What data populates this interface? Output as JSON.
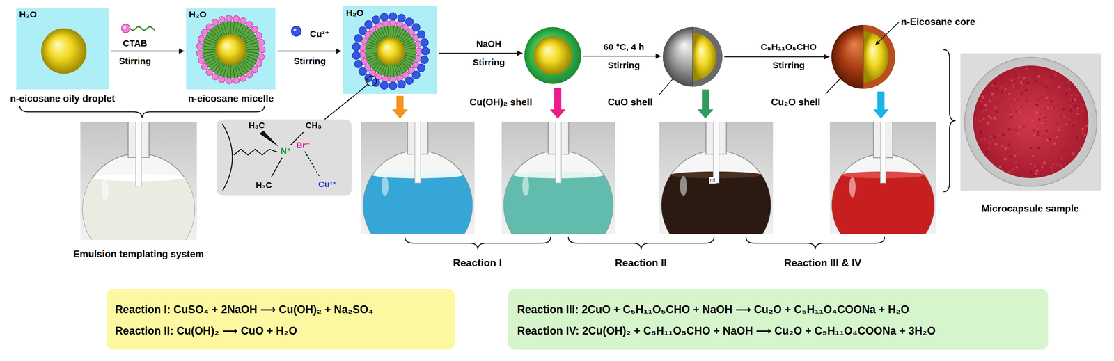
{
  "diagram": {
    "nodes": [
      {
        "text": [
          "H₂O",
          "n-eicosane oily droplet"
        ]
      },
      {
        "text": [
          "H₂O",
          "n-eicosane micelle"
        ]
      },
      {
        "text": [
          "H₂O"
        ]
      },
      {
        "text": [
          "Cu(OH)₂ shell"
        ]
      },
      {
        "text": [
          "CuO shell"
        ]
      },
      {
        "text": [
          "n-Eicosane core",
          "Cu₂O shell"
        ]
      },
      {
        "text": [
          "Microcapsule sample"
        ]
      },
      {
        "text": [
          "Emulsion templating system"
        ]
      },
      {
        "text": [
          "H₃C",
          "CH₃",
          "N⁺",
          "Br⁻",
          "H₃C",
          "Cu²⁺"
        ]
      },
      {
        "text": [
          "Reaction I: CuSO₄ + 2NaOH ⟶ Cu(OH)₂ + Na₂SO₄",
          "Reaction II: Cu(OH)₂ ⟶ CuO + H₂O"
        ]
      },
      {
        "text": [
          "Reaction III: 2CuO + C₅H₁₁O₅CHO + NaOH ⟶ Cu₂O + C₅H₁₁O₄COONa + H₂O",
          "Reaction IV: 2Cu(OH)₂ + C₅H₁₁O₅CHO + NaOH ⟶ Cu₂O + C₅H₁₁O₄COONa + 3H₂O"
        ]
      }
    ],
    "edges": [
      {
        "from": 0,
        "to": 1,
        "label": "CTAB",
        "arrow": "to"
      },
      {
        "from": 1,
        "to": 2,
        "label": "Cu²⁺",
        "arrow": "to"
      },
      {
        "from": 2,
        "to": 3,
        "label": "NaOH",
        "arrow": "to"
      },
      {
        "from": 3,
        "to": 4,
        "label": "60 °C, 4 h",
        "arrow": "to"
      },
      {
        "from": 4,
        "to": 5,
        "label": "C₅H₁₁O₅CHO",
        "arrow": "to"
      },
      {
        "from": 8,
        "to": 2,
        "arrow": "none"
      }
    ],
    "labels": [
      "Stirring",
      "Stirring",
      "Stirring",
      "Stirring",
      "Stirring",
      "ml",
      "Reaction I",
      "Reaction II",
      "Reaction III & IV"
    ]
  }
}
